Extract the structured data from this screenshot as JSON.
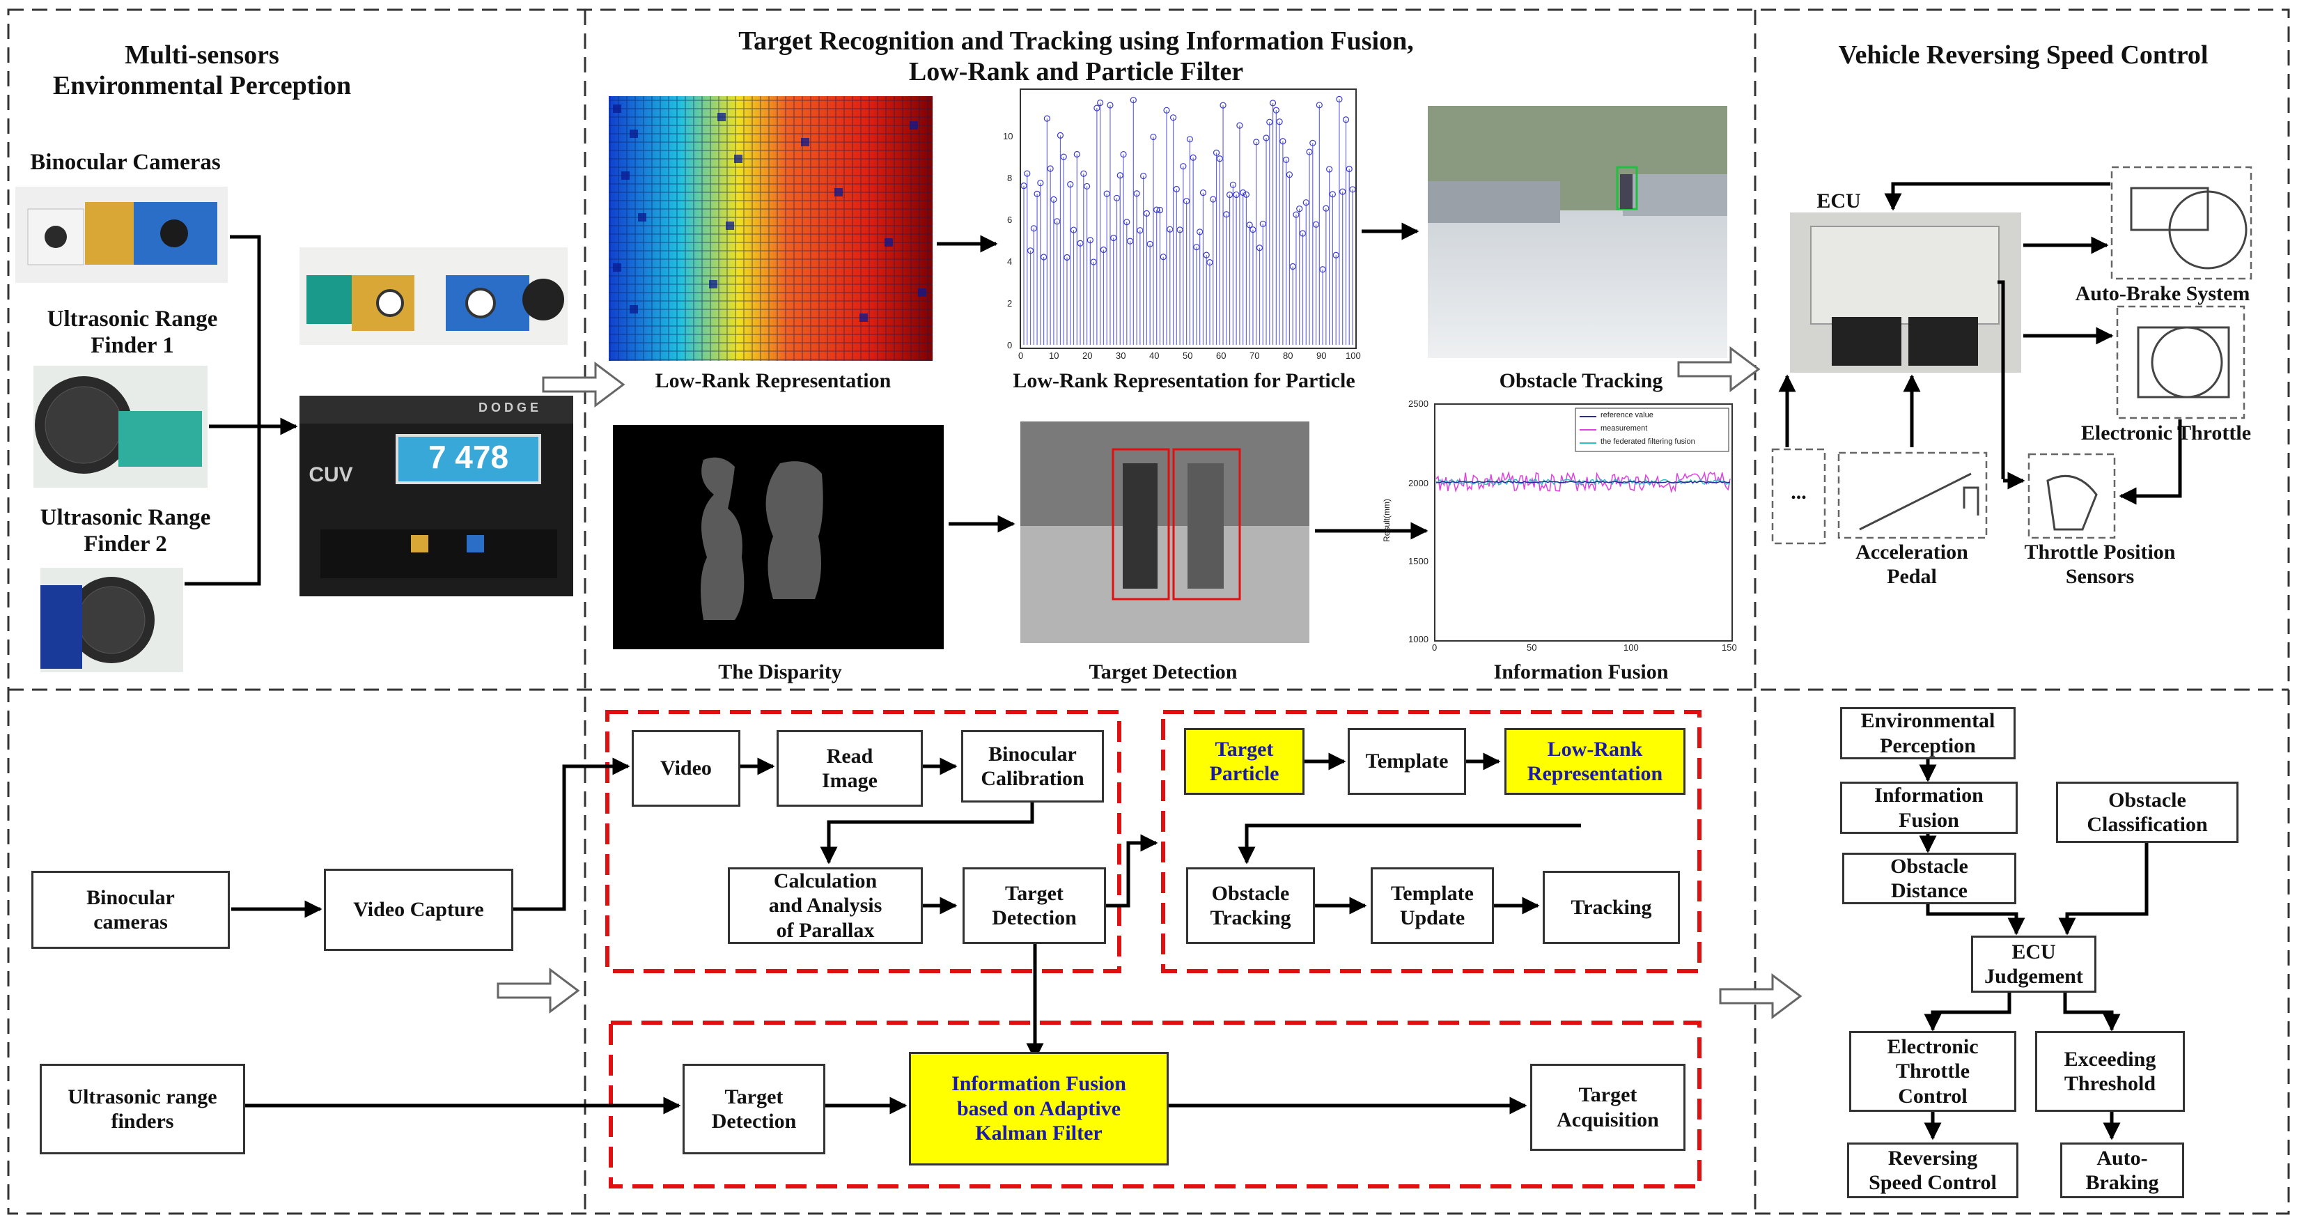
{
  "sections": {
    "perception_title": "Multi-sensors\nEnvironmental Perception",
    "recognition_title": "Target Recognition and Tracking  using Information Fusion,\nLow-Rank and Particle Filter",
    "control_title": "Vehicle Reversing Speed Control"
  },
  "sensors": {
    "binocular_cameras": "Binocular Cameras",
    "ultrasonic_1": "Ultrasonic Range\nFinder 1",
    "ultrasonic_2": "Ultrasonic Range\nFinder 2",
    "plate": "7 478",
    "car_badge": "D O D G E",
    "car_model": "CUV"
  },
  "captions": {
    "low_rank": "Low-Rank Representation",
    "low_rank_particle": "Low-Rank Representation for Particle",
    "obstacle_tracking": "Obstacle Tracking",
    "disparity": "The Disparity",
    "target_detection": "Target Detection",
    "info_fusion": "Information Fusion"
  },
  "stem_plot": {
    "y_ticks": [
      "0",
      "2",
      "4",
      "6",
      "8",
      "10"
    ],
    "x_ticks": [
      "0",
      "10",
      "20",
      "30",
      "40",
      "50",
      "60",
      "70",
      "80",
      "90",
      "100"
    ]
  },
  "fusion_plot": {
    "y_ticks": [
      "2500",
      "2000",
      "1500",
      "1000"
    ],
    "x_ticks": [
      "0",
      "50",
      "100",
      "150"
    ],
    "ylabel": "Result(mm)",
    "legend": [
      "reference value",
      "measurement",
      "the federated filtering fusion"
    ],
    "colors": {
      "reference": "#2a2a9a",
      "measurement": "#e040e0",
      "fusion": "#30c0c0"
    }
  },
  "control": {
    "ecu": "ECU",
    "auto_brake": "Auto-Brake System",
    "throttle": "Electronic Throttle",
    "ellipsis": "...",
    "pedal": "Acceleration\nPedal",
    "tps": "Throttle Position\nSensors"
  },
  "flow": {
    "binocular": "Binocular\ncameras",
    "video_capture": "Video Capture",
    "ultrasonic": "Ultrasonic range\nfinders",
    "video": "Video",
    "read_image": "Read\nImage",
    "calibration": "Binocular\nCalibration",
    "parallax": "Calculation\nand Analysis\nof Parallax",
    "target_detection": "Target\nDetection",
    "target_particle": "Target\nParticle",
    "template": "Template",
    "low_rank": "Low-Rank\nRepresentation",
    "obstacle_tracking": "Obstacle\nTracking",
    "template_update": "Template\nUpdate",
    "tracking": "Tracking",
    "target_detection2": "Target\nDetection",
    "kalman": "Information Fusion\nbased on Adaptive\nKalman Filter",
    "target_acquisition": "Target\nAcquisition"
  },
  "decision": {
    "env_perception": "Environmental\nPerception",
    "info_fusion": "Information\nFusion",
    "obstacle_distance": "Obstacle\nDistance",
    "obstacle_classification": "Obstacle\nClassification",
    "ecu_judgement": "ECU\nJudgement",
    "throttle_control": "Electronic\nThrottle\nControl",
    "exceeding": "Exceeding\nThreshold",
    "reversing_speed": "Reversing\nSpeed Control",
    "auto_braking": "Auto-\nBraking"
  },
  "colors": {
    "highlight": "#ffff00",
    "highlight_text": "#1a1aa6",
    "red_dash": "#e01010"
  }
}
